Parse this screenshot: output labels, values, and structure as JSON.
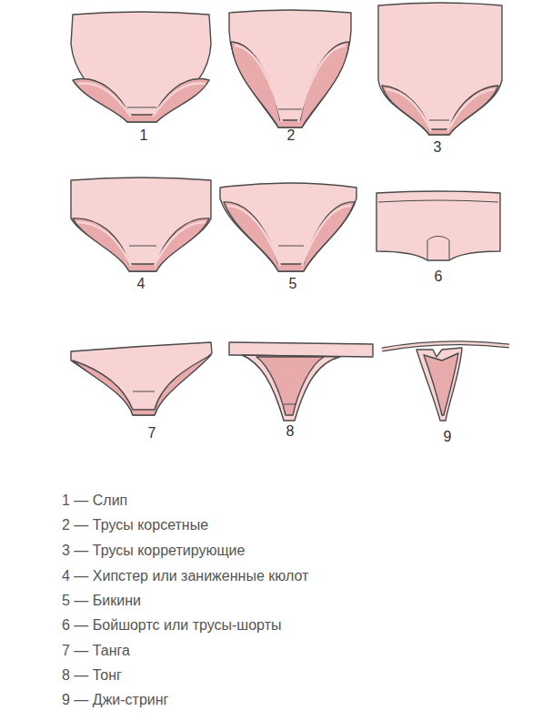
{
  "diagram": {
    "labels": [
      "1",
      "2",
      "3",
      "4",
      "5",
      "6",
      "7",
      "8",
      "9",
      "1 — Слип",
      "2 — Трусы корсетные",
      "3 — Трусы корретирующие",
      "4 — Хипстер или заниженные кюлот",
      "5 — Бикини",
      "6 — Бойшортс или трусы-шорты",
      "7 — Танга",
      "8 — Тонг",
      "9 — Джи-стринг"
    ]
  }
}
